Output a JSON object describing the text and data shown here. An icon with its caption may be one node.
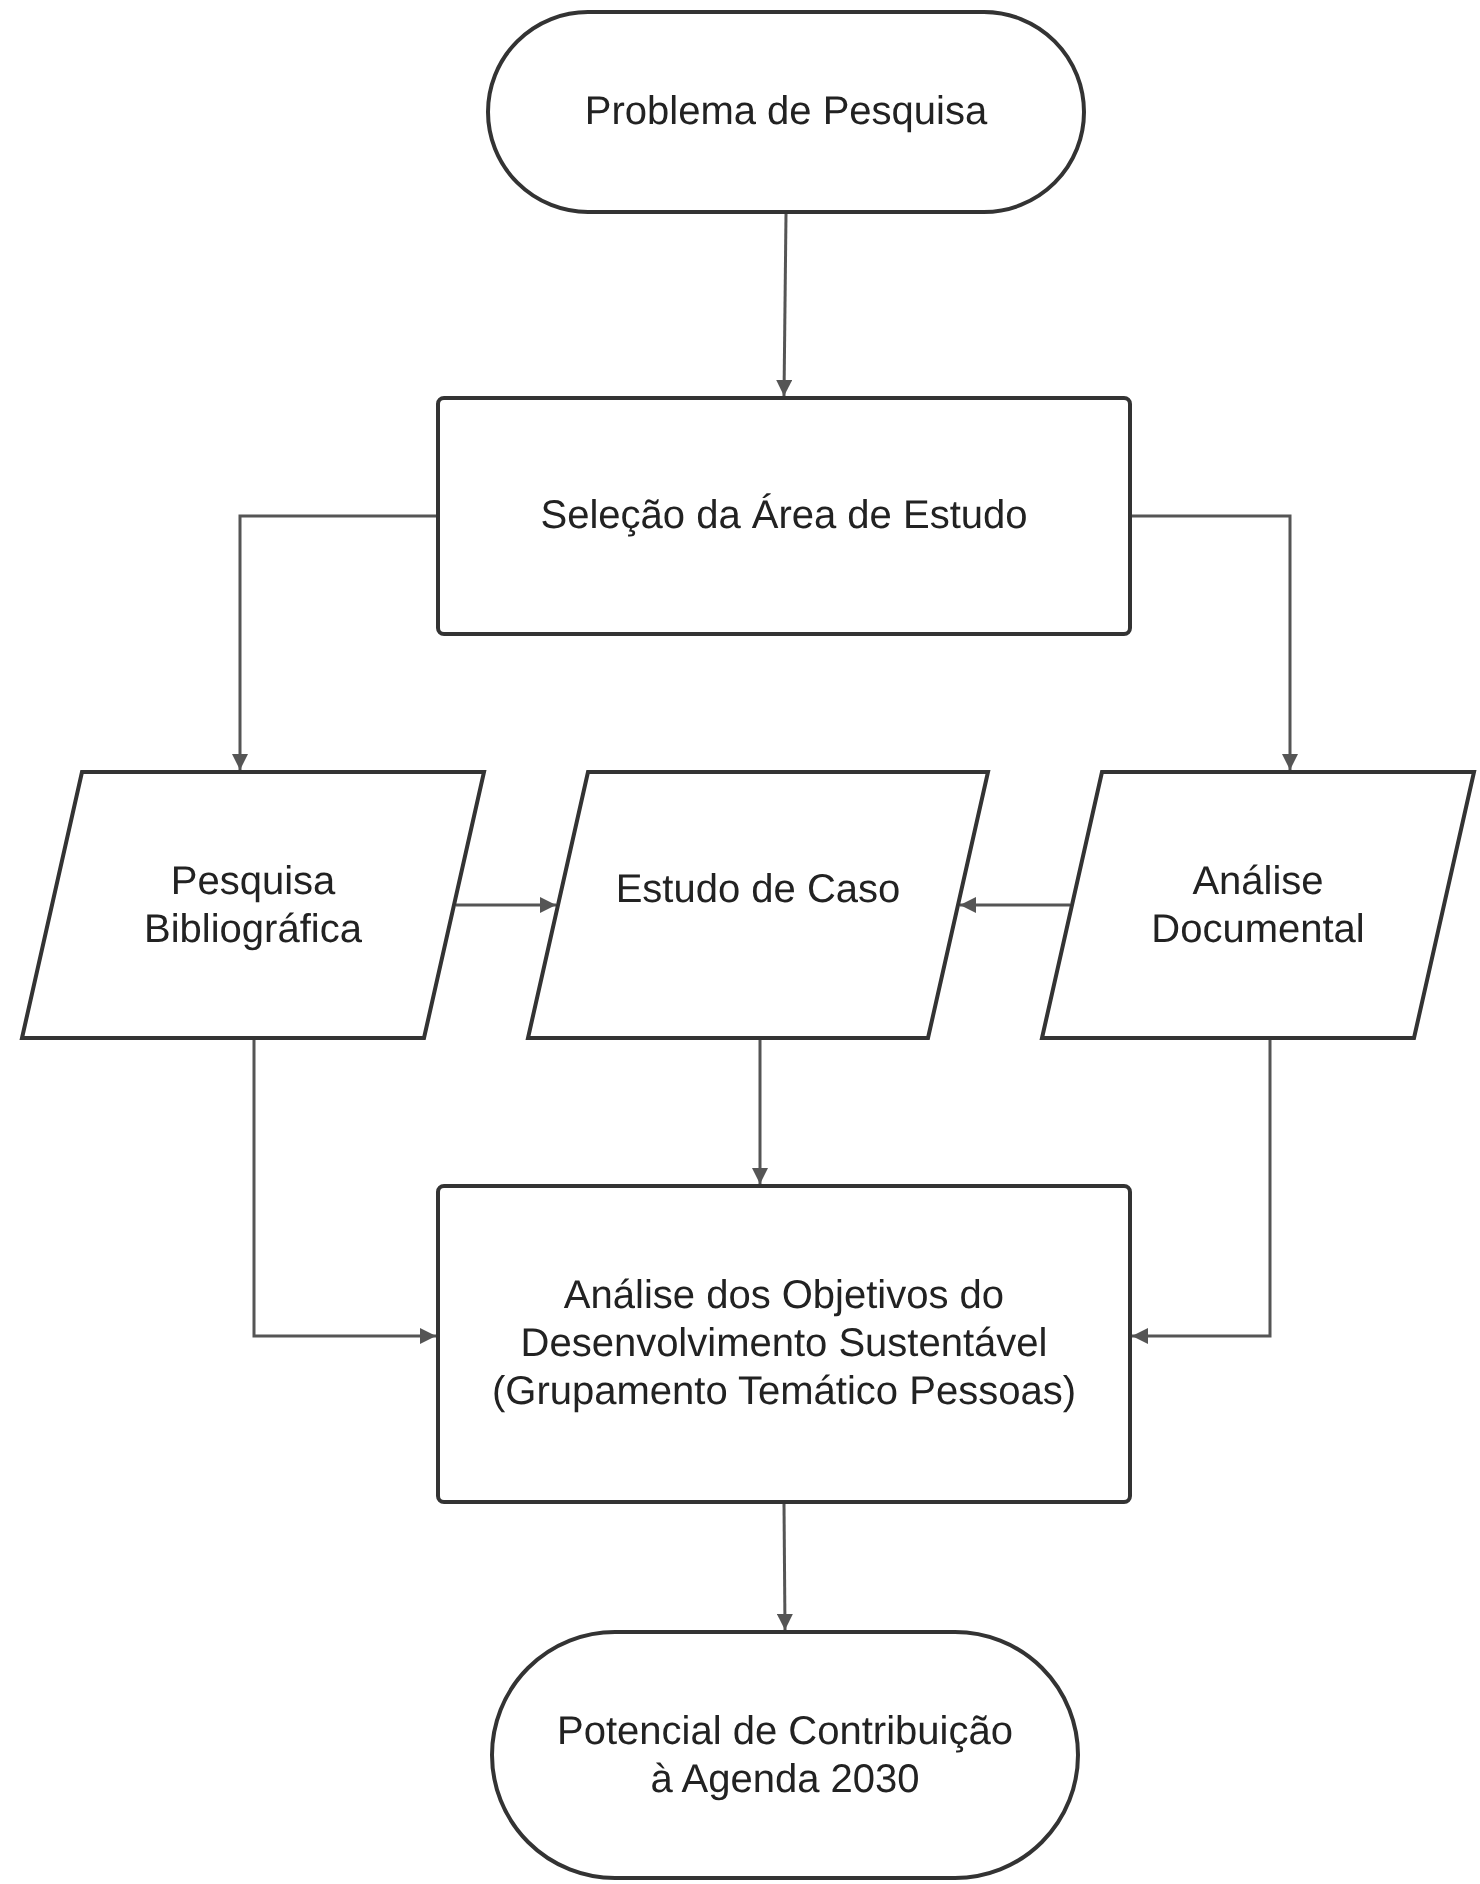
{
  "diagram": {
    "nodes": [
      {
        "text": [
          "Problema de Pesquisa"
        ]
      },
      {
        "text": [
          "Seleção da Área de Estudo"
        ]
      },
      {
        "text": [
          "Pesquisa Bibliográfica"
        ]
      },
      {
        "text": [
          "Estudo de Caso"
        ]
      },
      {
        "text": [
          "Análise Documental"
        ]
      },
      {
        "text": [
          "Análise dos Objetivos do Desenvolvimento Sustentável (Grupamento Temático Pessoas)"
        ]
      },
      {
        "text": [
          "Potencial de Contribuição à Agenda 2030"
        ]
      }
    ],
    "edges": [
      {
        "from": 0,
        "to": 1,
        "arrow": "to"
      },
      {
        "from": 1,
        "to": 2,
        "arrow": "to"
      },
      {
        "from": 1,
        "to": 4,
        "arrow": "to"
      },
      {
        "from": 2,
        "to": 3,
        "arrow": "to"
      },
      {
        "from": 4,
        "to": 3,
        "arrow": "to"
      },
      {
        "from": 3,
        "to": 5,
        "arrow": "to"
      },
      {
        "from": 2,
        "to": 5,
        "arrow": "to"
      },
      {
        "from": 4,
        "to": 5,
        "arrow": "to"
      },
      {
        "from": 5,
        "to": 6,
        "arrow": "to"
      }
    ]
  }
}
